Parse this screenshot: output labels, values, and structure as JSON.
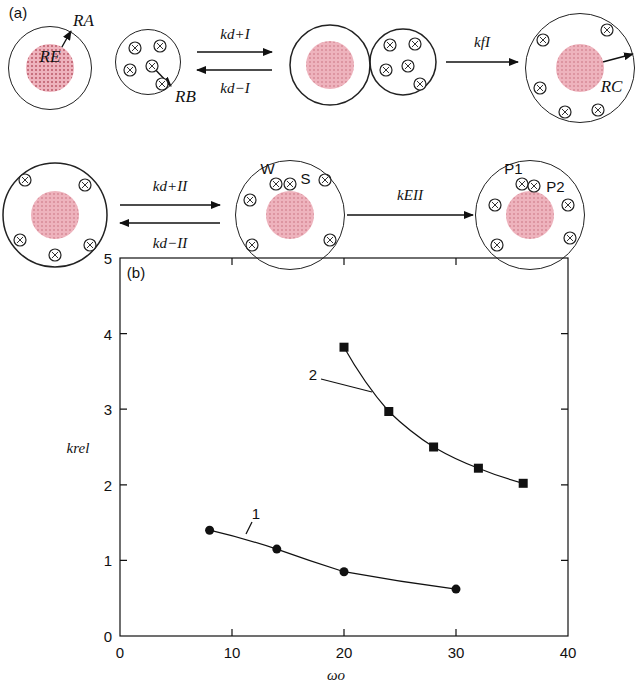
{
  "diagram": {
    "nodes": [
      {
        "text": [
          "RA"
        ]
      },
      {
        "text": [
          "RE"
        ],
        "in": 0
      },
      {
        "text": [
          "RB"
        ]
      },
      {
        "text": [
          "RC"
        ]
      },
      {
        "text": [
          "W",
          "S"
        ]
      },
      {
        "text": [
          "P1",
          "P2"
        ]
      }
    ],
    "edges": [
      {
        "from": 4,
        "to": 5,
        "arrow": "to",
        "label": "kEII"
      }
    ],
    "labels": [
      "(a)",
      "kd+I",
      "kd−I",
      "kfI",
      "kd+II",
      "kd−II",
      "(b)",
      "0",
      "1",
      "2",
      "3",
      "4",
      "5",
      "0",
      "10",
      "20",
      "30",
      "40",
      "krel",
      "ωo",
      "1",
      "2"
    ]
  }
}
